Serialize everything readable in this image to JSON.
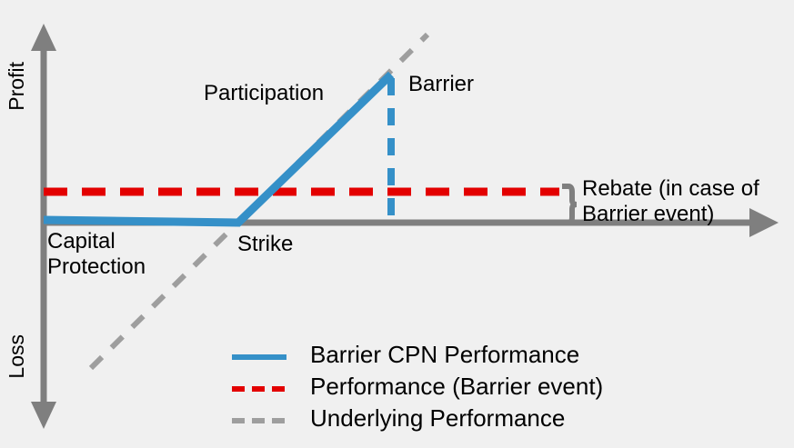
{
  "chart_data": {
    "type": "line",
    "title": "",
    "xlabel": "",
    "ylabel": "Profit / Loss",
    "grid": false,
    "legend_position": "bottom-center",
    "axes": {
      "y_positive_label": "Profit",
      "y_negative_label": "Loss",
      "x_axis_label": "",
      "origin": {
        "x": 48,
        "y": 245
      },
      "y_axis_top": 28,
      "y_axis_bottom": 470,
      "x_axis_right": 855
    },
    "annotations": [
      {
        "name": "participation",
        "text": "Participation",
        "x": 224,
        "y": 89
      },
      {
        "name": "barrier",
        "text": "Barrier",
        "x": 449,
        "y": 79
      },
      {
        "name": "strike",
        "text": "Strike",
        "x": 261,
        "y": 255
      },
      {
        "name": "capital-protection",
        "lines": [
          "Capital",
          "Protection"
        ],
        "x": 52,
        "y": 252
      },
      {
        "name": "rebate",
        "lines": [
          "Rebate (in case of",
          "Barrier event)"
        ],
        "x": 640,
        "y": 194
      }
    ],
    "levels": {
      "strike_x": 262,
      "barrier_x": 430,
      "rebate_level_y": 211,
      "capital_protection_level_y": 242,
      "barrier_top_y": 82
    },
    "series": [
      {
        "name": "Barrier CPN Performance",
        "color": "#3590C8",
        "style": "solid",
        "points": [
          [
            48,
            242
          ],
          [
            262,
            245
          ],
          [
            430,
            82
          ]
        ]
      },
      {
        "name": "Performance (Barrier event)",
        "color": "#E30000",
        "style": "dashed",
        "points": [
          [
            48,
            211
          ],
          [
            615,
            211
          ]
        ]
      },
      {
        "name": "Underlying Performance",
        "color": "#9e9e9e",
        "style": "dashed",
        "points": [
          [
            100,
            405
          ],
          [
            470,
            38
          ]
        ]
      }
    ],
    "barrier_marker": {
      "name": "barrier-line",
      "color": "#3590C8",
      "style": "dashed",
      "x": 430,
      "y_from": 82,
      "y_to": 245
    }
  },
  "labels": {
    "profit": "Profit",
    "loss": "Loss",
    "participation": "Participation",
    "barrier": "Barrier",
    "strike": "Strike",
    "capital_line1": "Capital",
    "capital_line2": "Protection",
    "rebate_line1": "Rebate (in case of",
    "rebate_line2": "Barrier event)"
  },
  "legend": {
    "items": [
      {
        "label": "Barrier CPN Performance",
        "color": "#3590C8",
        "style": "solid"
      },
      {
        "label": "Performance (Barrier event)",
        "color": "#E30000",
        "style": "dashed"
      },
      {
        "label": "Underlying Performance",
        "color": "#9e9e9e",
        "style": "dashed"
      }
    ]
  },
  "colors": {
    "background": "#f0f0f0",
    "axis": "#7f7f7f",
    "blue": "#3590C8",
    "red": "#E30000",
    "gray_dash": "#9e9e9e",
    "text": "#000000"
  }
}
